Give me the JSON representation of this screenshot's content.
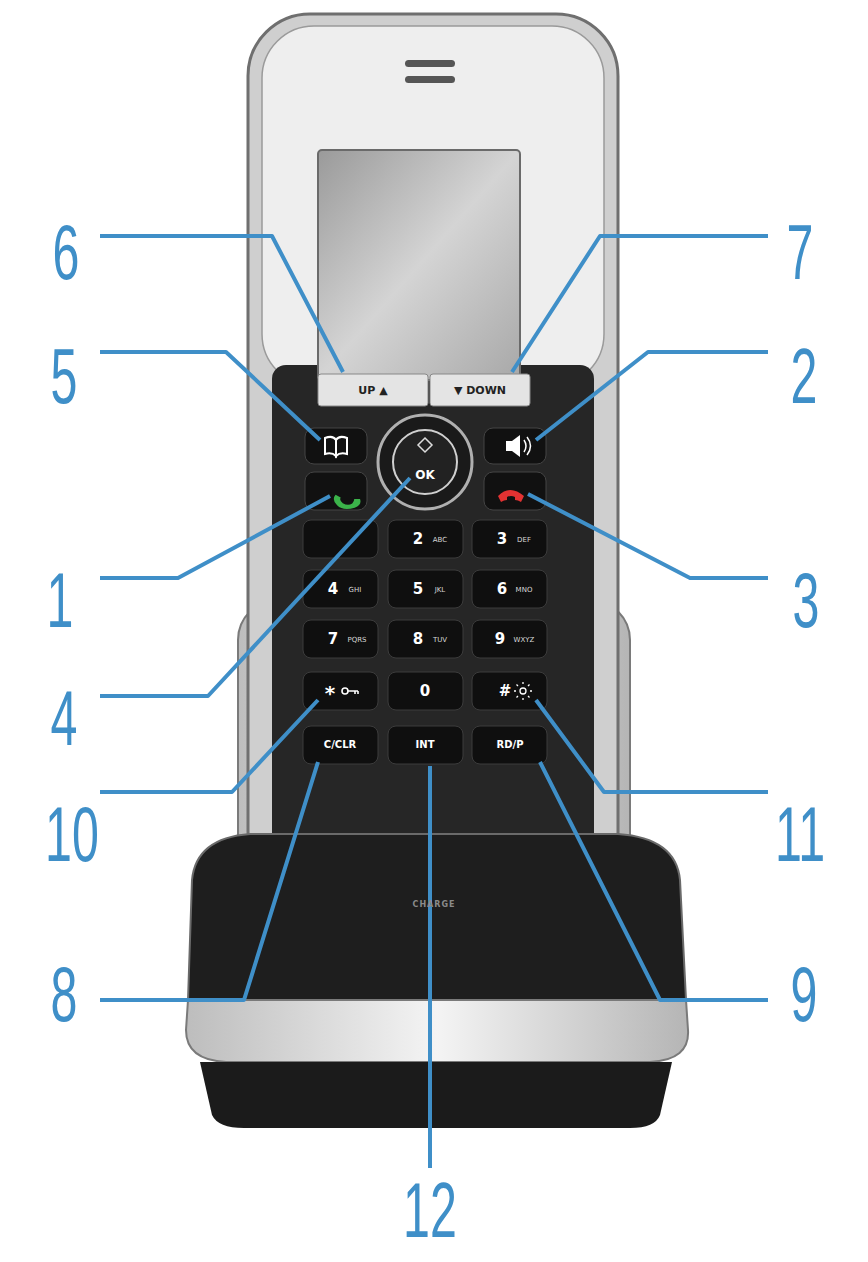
{
  "diagram": {
    "labels": [
      "6",
      "7",
      "5",
      "2",
      "1",
      "3",
      "4",
      "UP ▲",
      "▼ DOWN",
      "OK",
      "2",
      "ABC",
      "3",
      "DEF",
      "4",
      "GHI",
      "5",
      "JKL",
      "6",
      "MNO",
      "7",
      "PQRS",
      "8",
      "TUV",
      "9",
      "WXYZ",
      "*",
      "0",
      "#",
      "C/CLR",
      "INT",
      "RD/P",
      "CHARGE",
      "10",
      "11",
      "8",
      "9",
      "12"
    ]
  }
}
